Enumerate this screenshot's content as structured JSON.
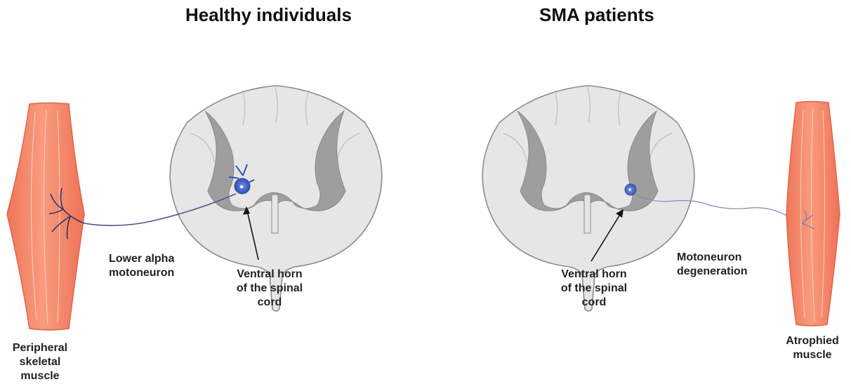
{
  "titles": {
    "healthy": "Healthy individuals",
    "sma": "SMA patients"
  },
  "labels": {
    "peripheral_muscle": [
      "Peripheral",
      "skeletal",
      "muscle"
    ],
    "lower_alpha_motoneuron": [
      "Lower alpha",
      "motoneuron"
    ],
    "ventral_horn_left": [
      "Ventral horn",
      "of  the spinal",
      "cord"
    ],
    "ventral_horn_right": [
      "Ventral horn",
      "of  the spinal",
      "cord"
    ],
    "motoneuron_degeneration": [
      "Motoneuron",
      "degeneration"
    ],
    "atrophied_muscle": [
      "Atrophied",
      "muscle"
    ]
  },
  "colors": {
    "muscle_fill": "#f58a6d",
    "muscle_edge": "#e8694a",
    "white_matter": "#e4e4e4",
    "gray_matter": "#9c9c9c",
    "cord_outline": "#8c8c8c",
    "neuron": "#3355b8",
    "axon": "#4a5a88"
  }
}
